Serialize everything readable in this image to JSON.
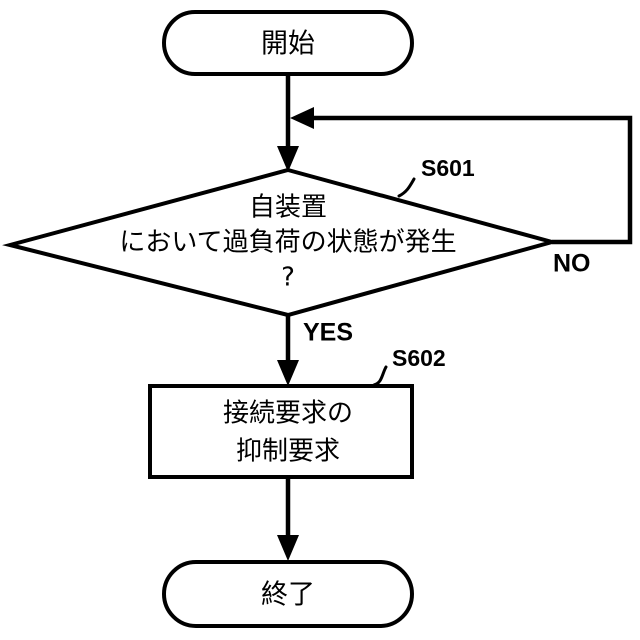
{
  "diagram": {
    "title": "",
    "background_color": "#ffffff",
    "stroke_color": "#000000",
    "nodes": {
      "start": {
        "shape": "stadium",
        "label": "開始"
      },
      "decision": {
        "shape": "diamond",
        "step_id": "S601",
        "line1": "自装置",
        "line2": "において過負荷の状態が発生",
        "line3": "?"
      },
      "process": {
        "shape": "rectangle",
        "step_id": "S602",
        "line1": "接続要求の",
        "line2": "抑制要求"
      },
      "end": {
        "shape": "stadium",
        "label": "終了"
      }
    },
    "edges": {
      "yes_label": "YES",
      "no_label": "NO"
    }
  }
}
